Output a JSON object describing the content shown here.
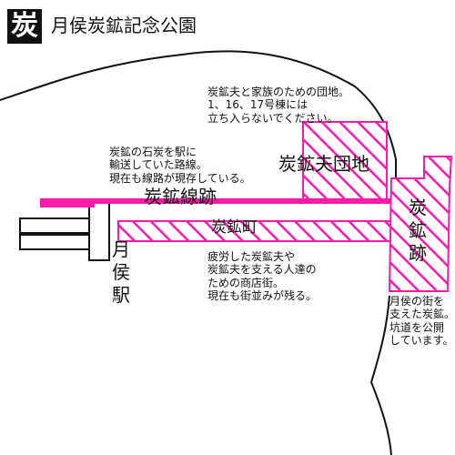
{
  "title": {
    "badge": "炭",
    "text": "月侯炭鉱記念公園"
  },
  "notes": {
    "danchi": "炭鉱夫と家族のための団地。\n1、16、17号棟には\n立ち入らないでください。",
    "senro": "炭鉱の石炭を駅に\n輸送していた路線。\n現在も線路が現存している。",
    "machi": "疲労した炭鉱夫や\n炭鉱夫を支える人達の\nための商店街。\n現在も街並みが残る。",
    "kozan": "月侯の街を\n支えた炭鉱。\n坑道を公開\nしています。"
  },
  "labels": {
    "danchi": "炭鉱夫団地",
    "senro": "炭鉱線跡",
    "machi": "炭鉱町",
    "eki": "月\n侯\n駅",
    "kozan": "炭\n鉱\n跡"
  },
  "colors": {
    "accent": "#ff1aa8",
    "ink": "#111111",
    "background": "#ffffff"
  }
}
